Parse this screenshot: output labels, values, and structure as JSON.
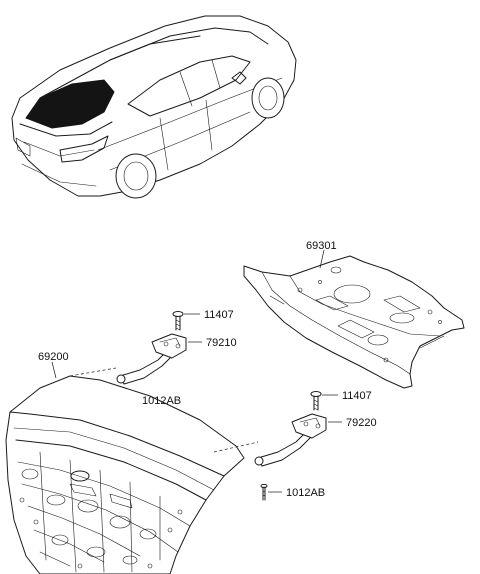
{
  "parts": {
    "package_tray_panel": "69301",
    "trunk_lid": "69200",
    "bolt_left": "11407",
    "hinge_left": "79210",
    "screw_left": "1012AB",
    "bolt_right": "11407",
    "hinge_right": "79220",
    "screw_right": "1012AB"
  }
}
